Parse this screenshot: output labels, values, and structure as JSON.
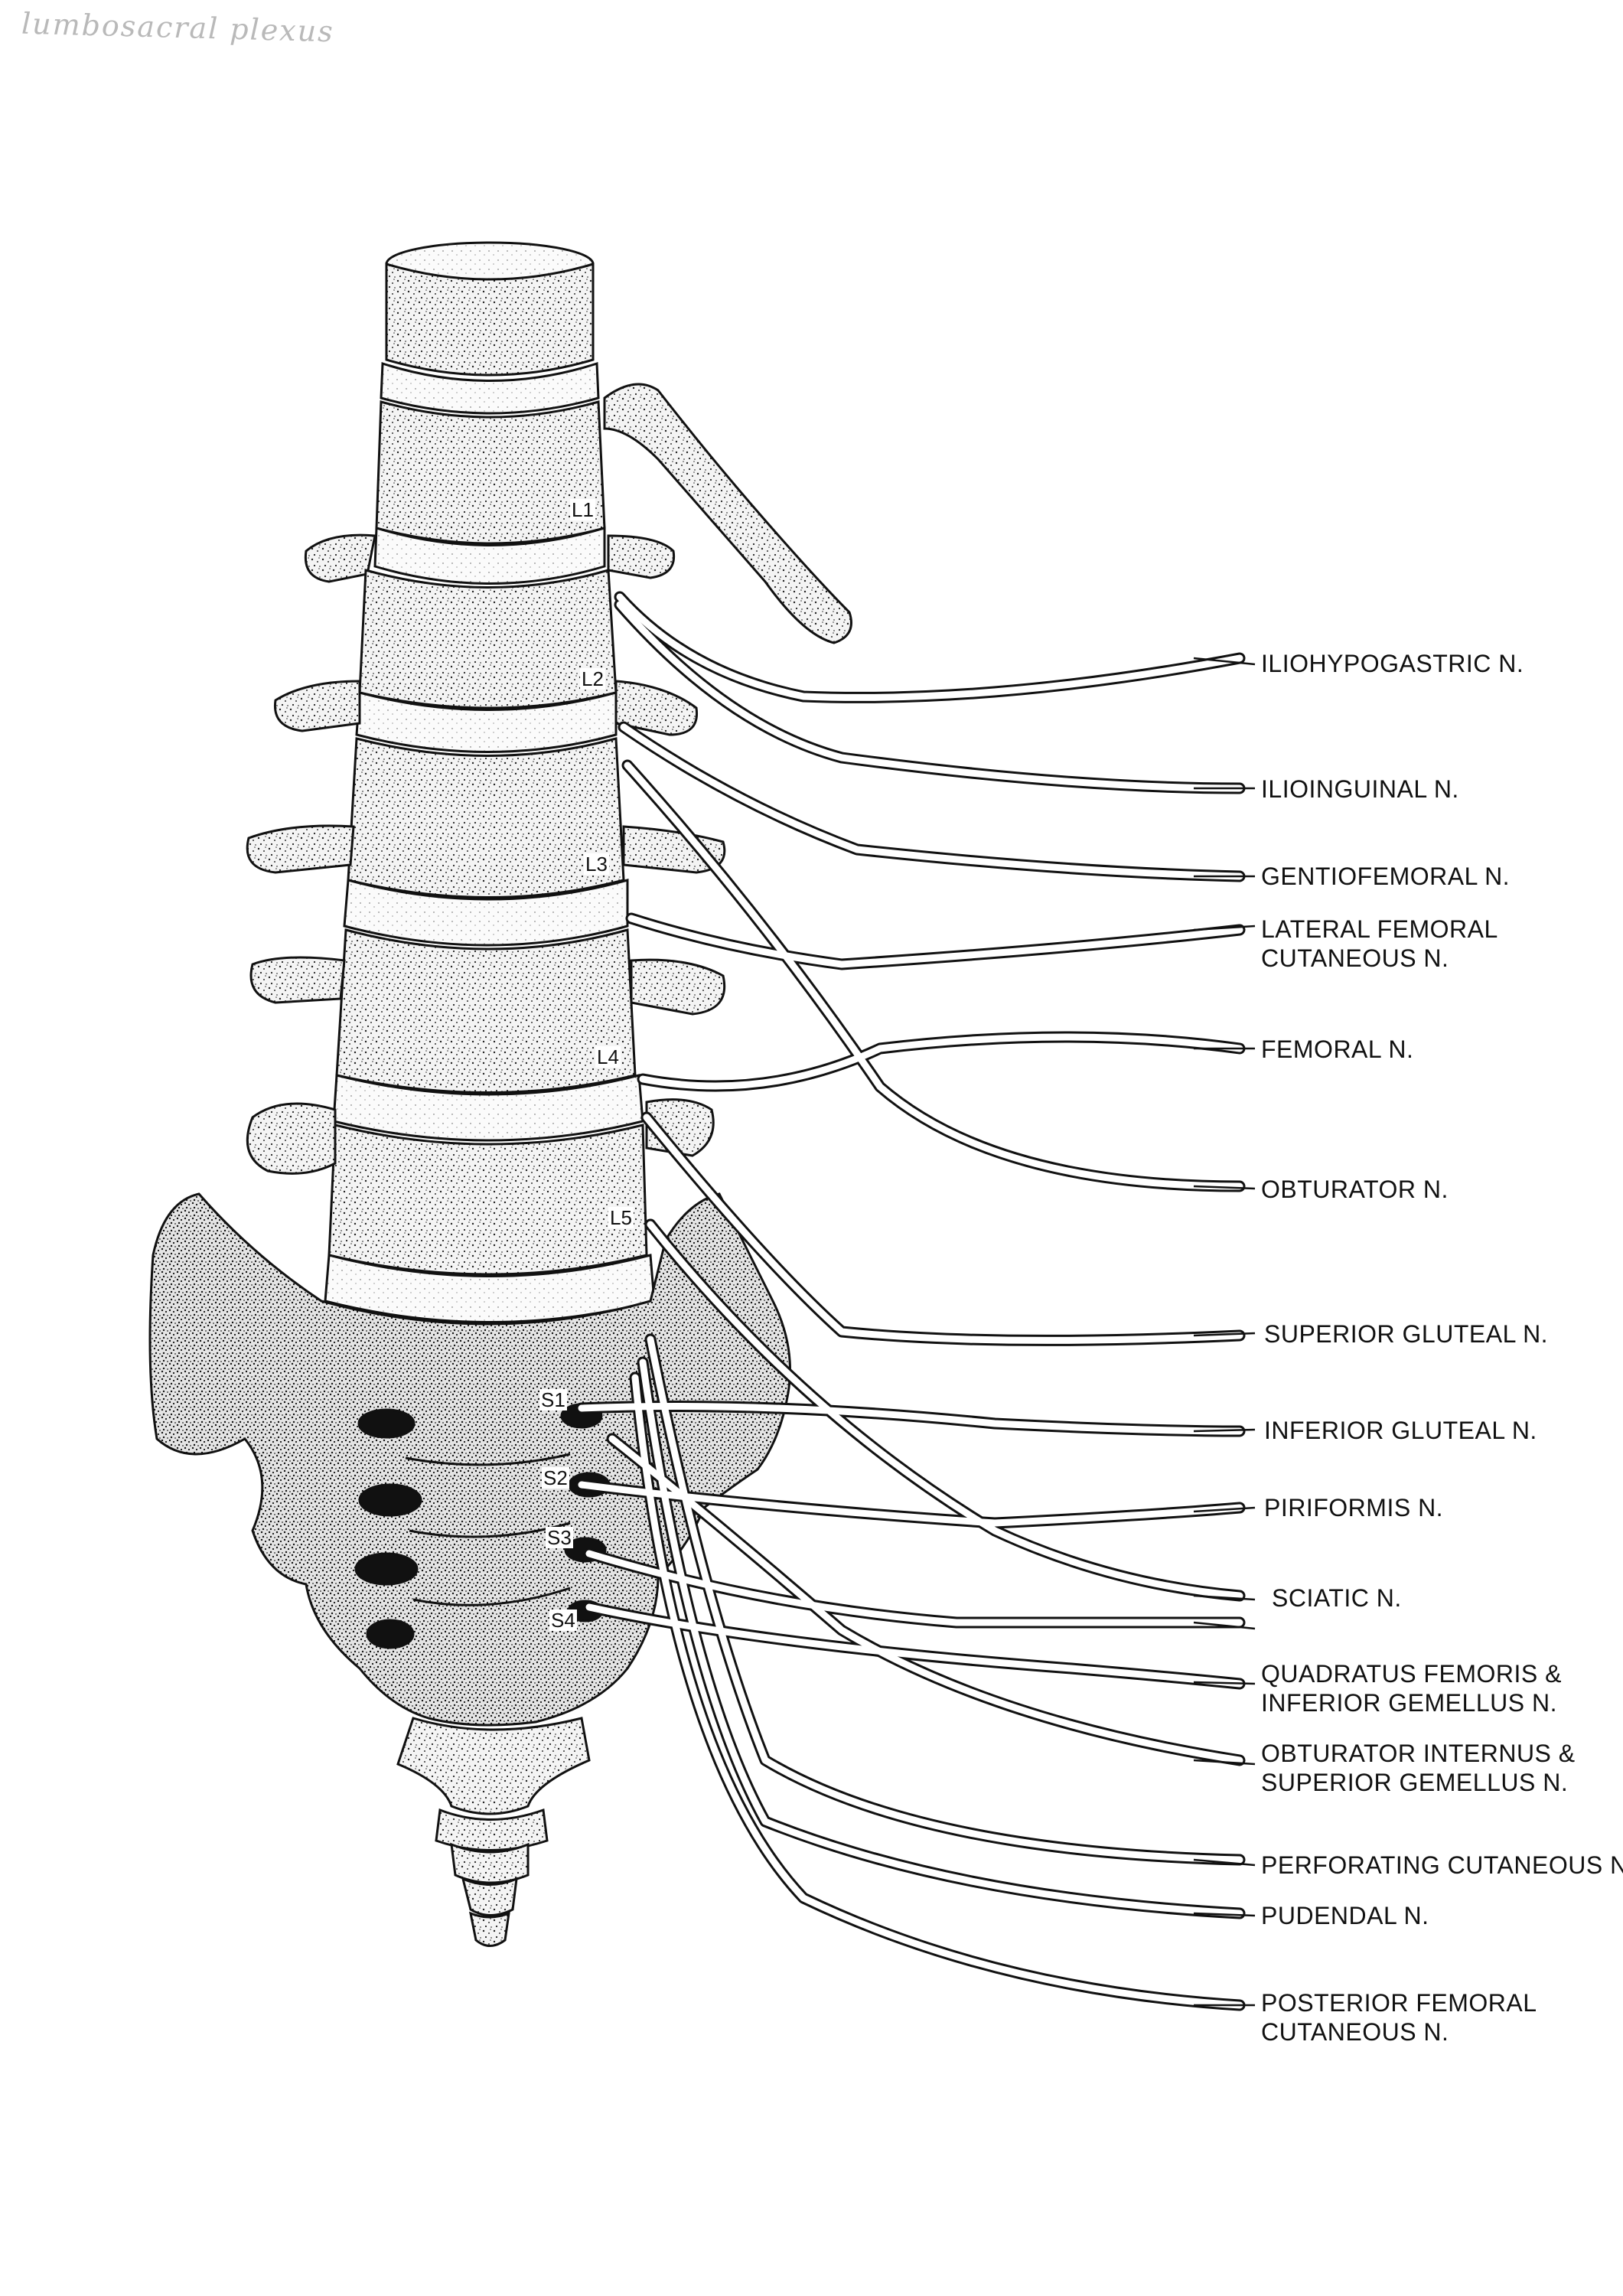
{
  "title": "lumbosacral plexus",
  "vertebrae": {
    "l1": "L1",
    "l2": "L2",
    "l3": "L3",
    "l4": "L4",
    "l5": "L5",
    "s1": "S1",
    "s2": "S2",
    "s3": "S3",
    "s4": "S4"
  },
  "nerves": {
    "iliohypogastric": "ILIOHYPOGASTRIC N.",
    "ilioinguinal": "ILIOINGUINAL N.",
    "genitofemoral": "GENTIOFEMORAL N.",
    "lateral_femoral_cutaneous": [
      "LATERAL FEMORAL",
      "CUTANEOUS N."
    ],
    "femoral": "FEMORAL N.",
    "obturator": "OBTURATOR N.",
    "superior_gluteal": "SUPERIOR GLUTEAL N.",
    "inferior_gluteal": "INFERIOR GLUTEAL N.",
    "piriformis": "PIRIFORMIS N.",
    "sciatic": "SCIATIC N.",
    "quadratus_femoris": [
      "QUADRATUS FEMORIS &",
      "INFERIOR GEMELLUS N."
    ],
    "obturator_internus": [
      "OBTURATOR INTERNUS &",
      "SUPERIOR GEMELLUS N."
    ],
    "perforating_cutaneous": "PERFORATING CUTANEOUS N.",
    "pudendal": "PUDENDAL N.",
    "posterior_femoral_cutaneous": [
      "POSTERIOR FEMORAL",
      "CUTANEOUS N."
    ]
  }
}
